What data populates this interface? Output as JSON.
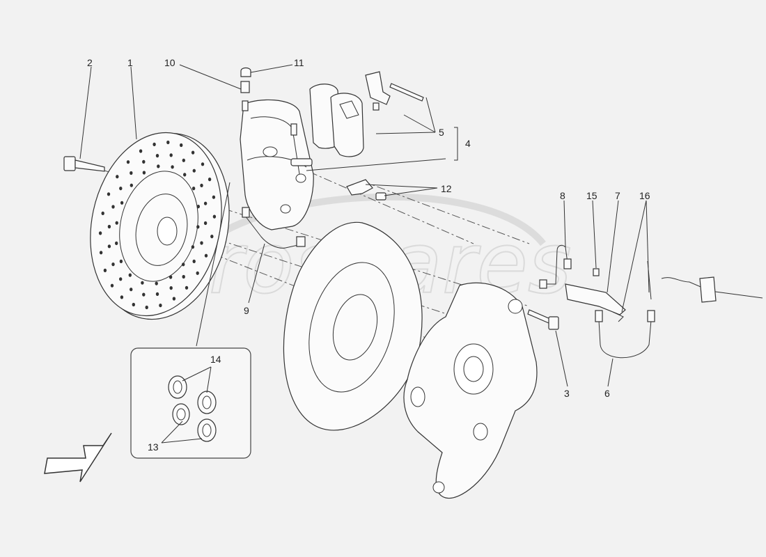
{
  "watermark": {
    "text": "eurospares"
  },
  "callouts": [
    {
      "id": "c1",
      "text": "1"
    },
    {
      "id": "c2",
      "text": "2"
    },
    {
      "id": "c3",
      "text": "3"
    },
    {
      "id": "c4",
      "text": "4"
    },
    {
      "id": "c5",
      "text": "5"
    },
    {
      "id": "c6",
      "text": "6"
    },
    {
      "id": "c7",
      "text": "7"
    },
    {
      "id": "c8",
      "text": "8"
    },
    {
      "id": "c9",
      "text": "9"
    },
    {
      "id": "c10",
      "text": "10"
    },
    {
      "id": "c11",
      "text": "11"
    },
    {
      "id": "c12",
      "text": "12"
    },
    {
      "id": "c13",
      "text": "13"
    },
    {
      "id": "c14",
      "text": "14"
    },
    {
      "id": "c15",
      "text": "15"
    },
    {
      "id": "c16",
      "text": "16"
    }
  ],
  "colors": {
    "background": "#f2f2f2",
    "line": "#333333",
    "watermark": "#dadada"
  },
  "icons": {
    "direction": "front-direction-arrow-icon"
  }
}
